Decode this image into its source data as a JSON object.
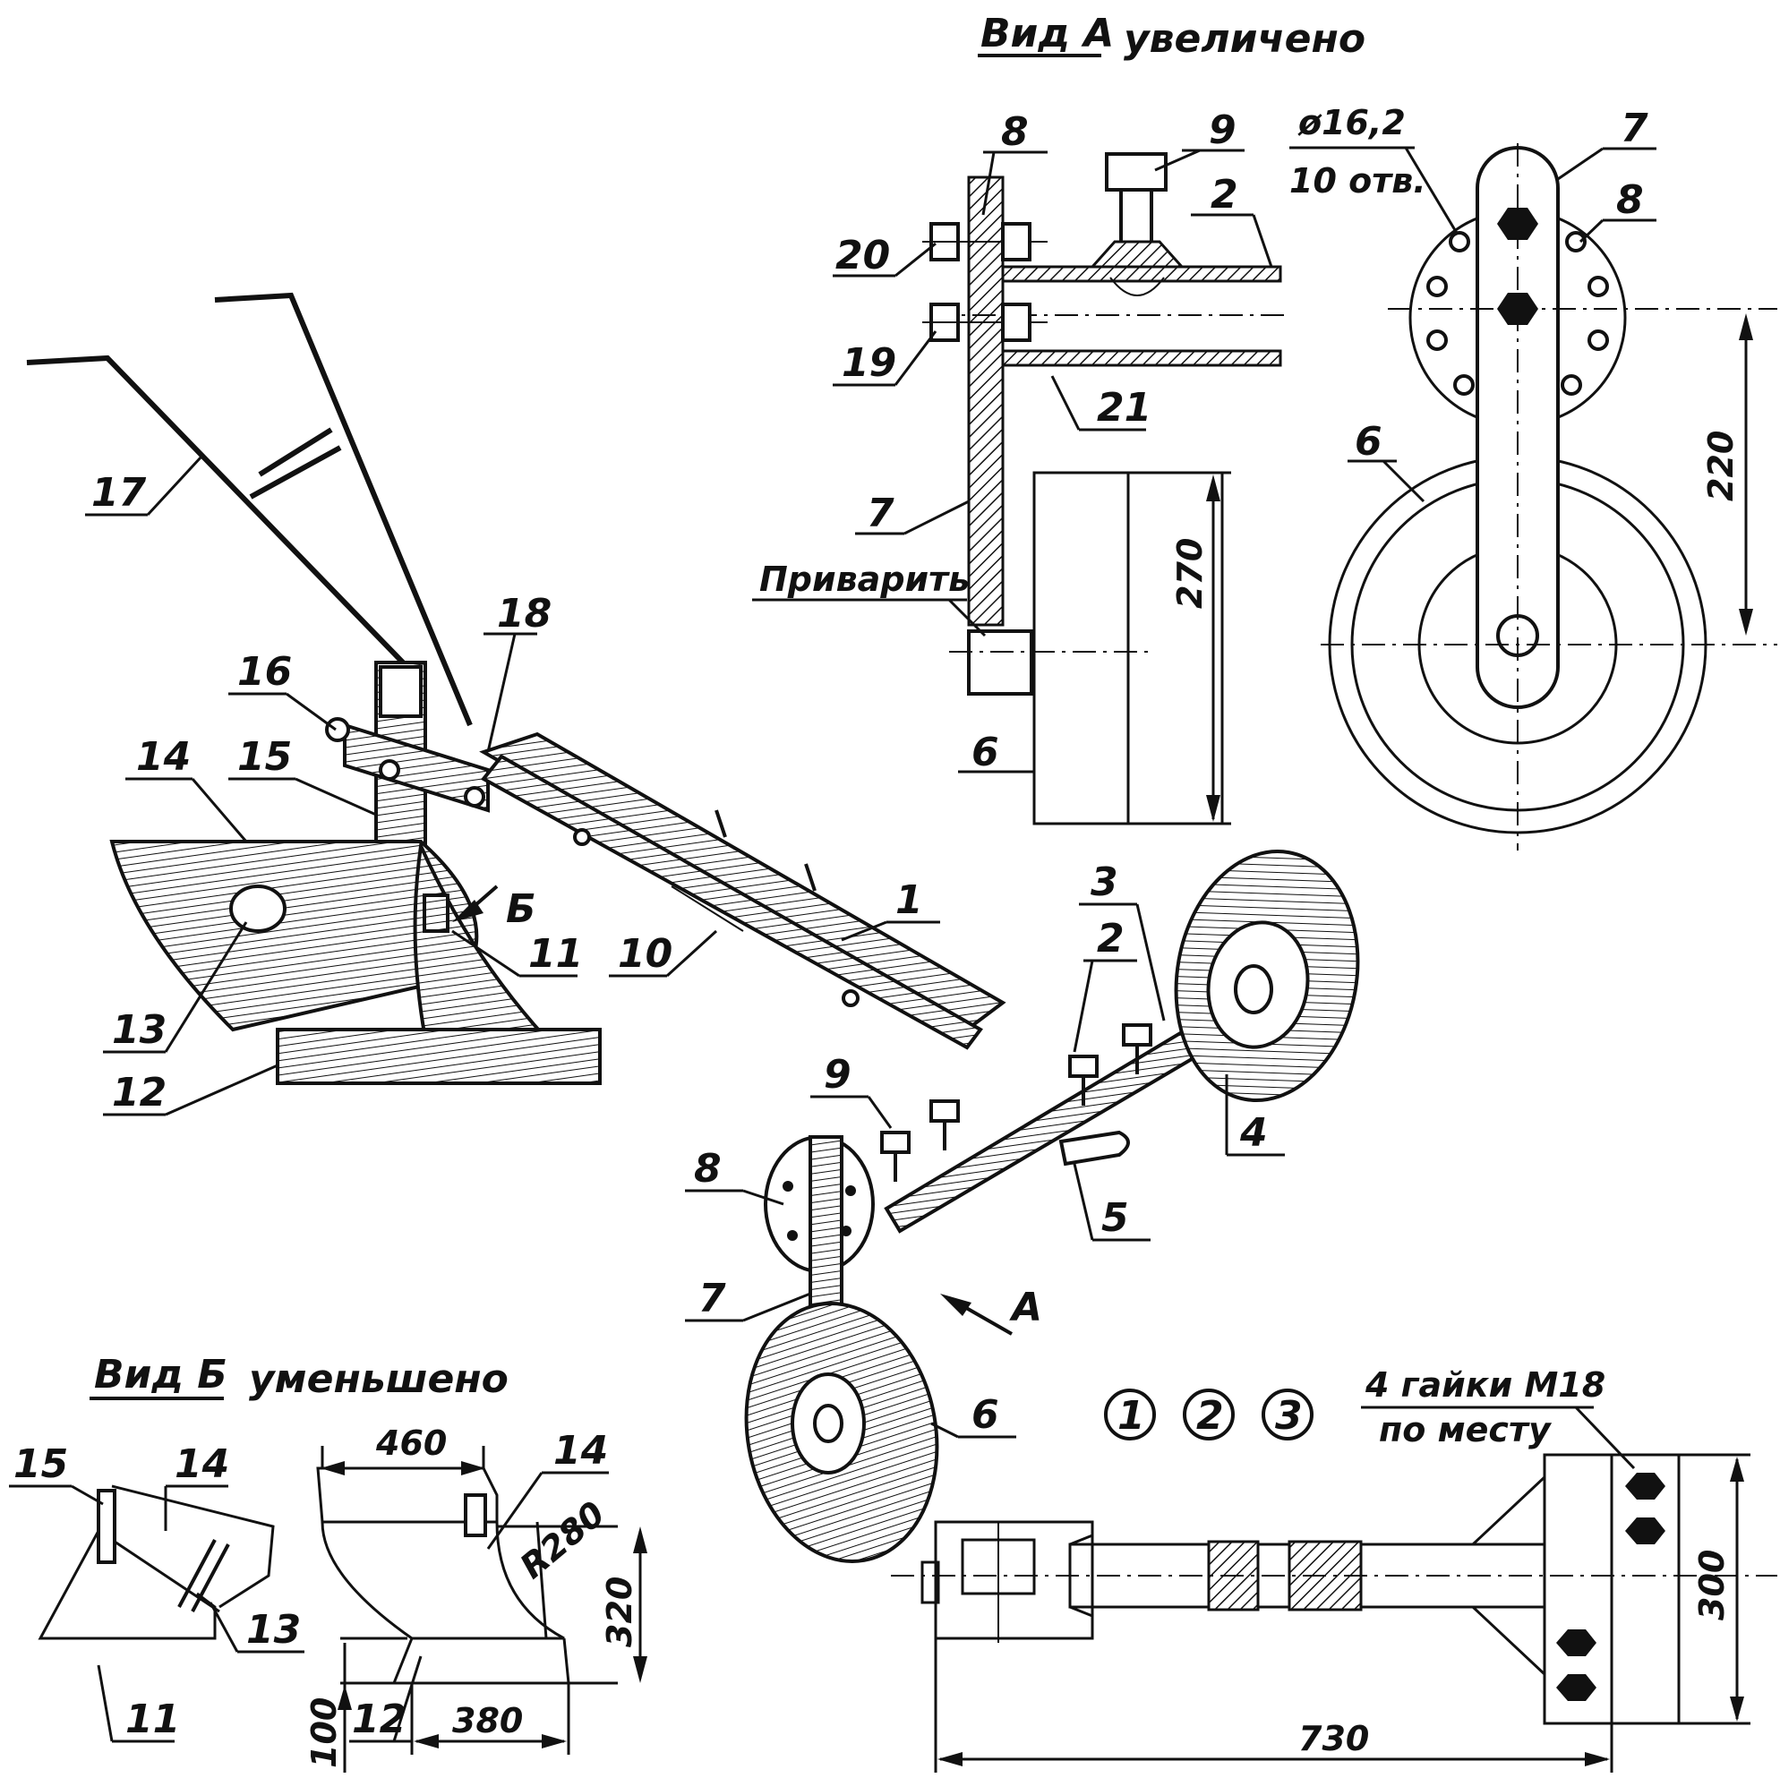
{
  "views": {
    "view_a_title": "Вид А",
    "view_a_note": "увеличено",
    "view_b_title": "Вид Б",
    "view_b_note": "уменьшено"
  },
  "annotations": {
    "weld": "Приварить",
    "hole_diameter": "ø16,2",
    "hole_count": "10 отв.",
    "nuts_line1": "4 гайки М18",
    "nuts_line2": "по месту",
    "arrow_a": "А",
    "arrow_b": "Б",
    "circled": [
      "1",
      "2",
      "3"
    ]
  },
  "dimensions": {
    "d270": "270",
    "d220": "220",
    "d460": "460",
    "d320": "320",
    "d380": "380",
    "d100": "100",
    "d300": "300",
    "d730": "730",
    "r280": "R280"
  },
  "part_numbers": {
    "p1": "1",
    "p2": "2",
    "p3": "3",
    "p4": "4",
    "p5": "5",
    "p6": "6",
    "p7": "7",
    "p8": "8",
    "p9": "9",
    "p10": "10",
    "p11": "11",
    "p12": "12",
    "p13": "13",
    "p14": "14",
    "p15": "15",
    "p16": "16",
    "p17": "17",
    "p18": "18",
    "p19": "19",
    "p20": "20",
    "p21": "21"
  }
}
